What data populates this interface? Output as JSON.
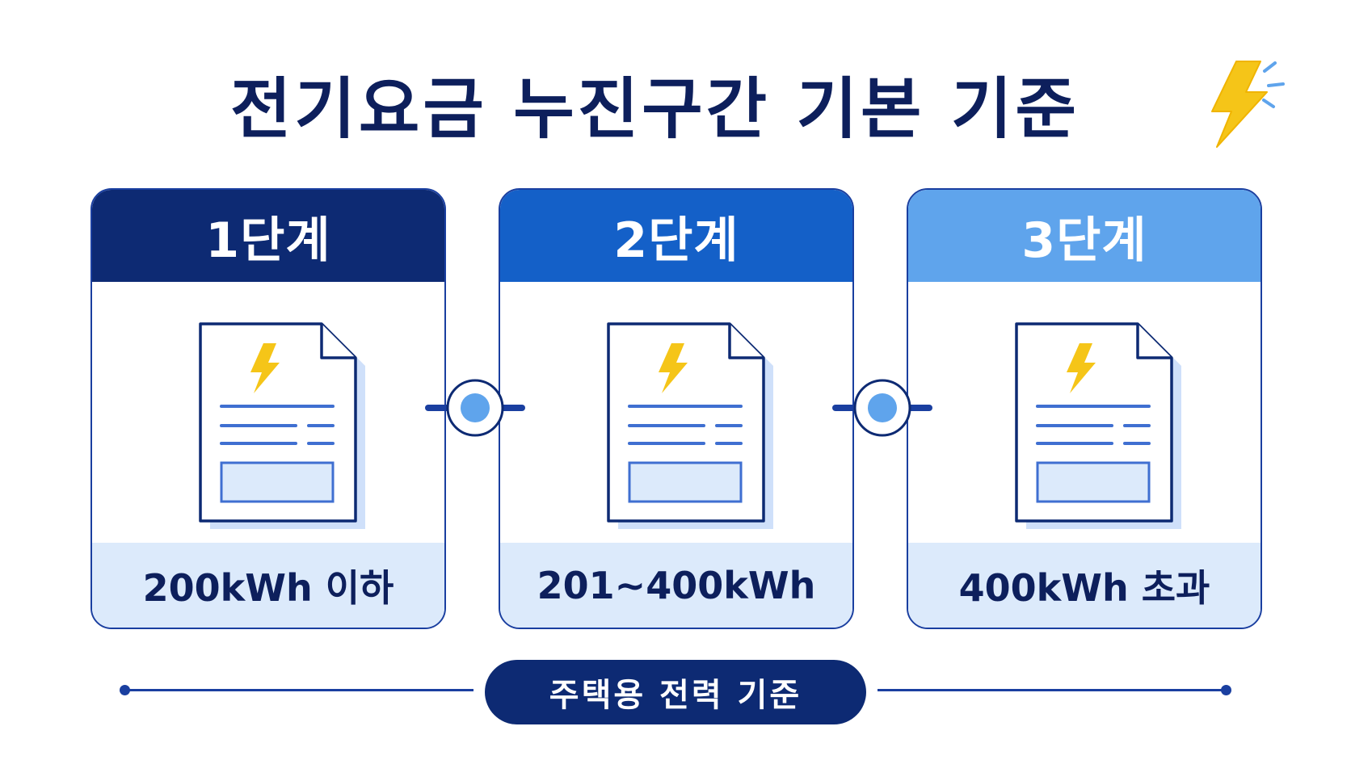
{
  "title": "전기요금 누진구간 기본 기준",
  "colors": {
    "navy": "#0d2a73",
    "tier1_header": "#0d2a73",
    "tier2_header": "#1460c8",
    "tier3_header": "#5fa4ec",
    "footer_band": "#dceafb",
    "bolt": "#f5c518",
    "connector_dot": "#5fa4ec"
  },
  "tiers": [
    {
      "label": "1단계",
      "range": "200kWh 이하",
      "icon": "electric-bill-document-icon"
    },
    {
      "label": "2단계",
      "range": "201~400kWh",
      "icon": "electric-bill-document-icon"
    },
    {
      "label": "3단계",
      "range": "400kWh 초과",
      "icon": "electric-bill-document-icon"
    }
  ],
  "footer": {
    "label": "주택용 전력 기준"
  },
  "title_icon": "lightning-bolt-icon",
  "connector_icon": "connector-node-icon"
}
